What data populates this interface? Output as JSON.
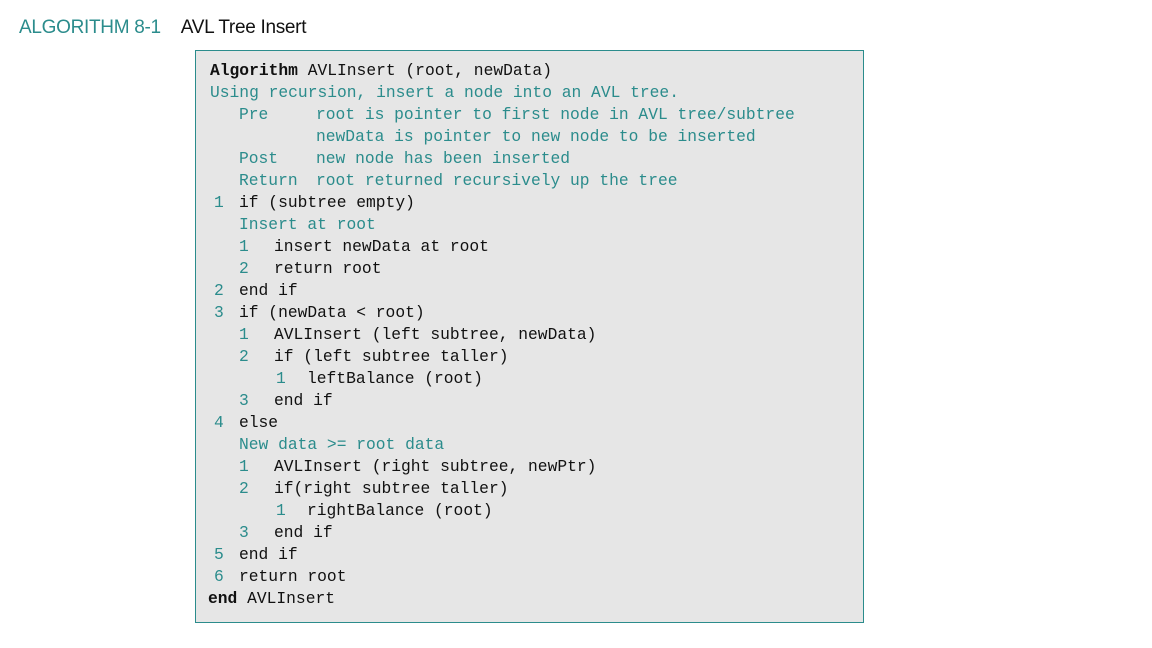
{
  "heading": {
    "label": "ALGORITHM 8-1",
    "title": "AVL Tree Insert"
  },
  "algorithm": {
    "header_keyword": "Algorithm",
    "header_signature": " AVLInsert (root, newData)",
    "description": "Using recursion, insert a node into an AVL tree.",
    "pre_label": "Pre",
    "pre_line1": "root is pointer to first node in AVL tree/subtree",
    "pre_line2": "newData is pointer to new node to be inserted",
    "post_label": "Post",
    "post_text": "new node has been inserted",
    "return_label": "Return",
    "return_text": "root returned recursively up the tree",
    "steps": [
      {
        "num": "1",
        "code": "if (subtree empty)"
      },
      {
        "num": "",
        "comment": "Insert at root"
      },
      {
        "num": "1",
        "code": "insert newData at root"
      },
      {
        "num": "2",
        "code": "return root"
      },
      {
        "num": "2",
        "code": "end if"
      },
      {
        "num": "3",
        "code": "if (newData < root)"
      },
      {
        "num": "1",
        "code": "AVLInsert (left subtree, newData)"
      },
      {
        "num": "2",
        "code": "if (left subtree taller)"
      },
      {
        "num": "1",
        "code": "leftBalance (root)"
      },
      {
        "num": "3",
        "code": "end if"
      },
      {
        "num": "4",
        "code": "else"
      },
      {
        "num": "",
        "comment": "New data >= root data"
      },
      {
        "num": "1",
        "code": "AVLInsert (right subtree, newPtr)"
      },
      {
        "num": "2",
        "code": "if(right subtree taller)"
      },
      {
        "num": "1",
        "code": "rightBalance (root)"
      },
      {
        "num": "3",
        "code": "end if"
      },
      {
        "num": "5",
        "code": "end if"
      },
      {
        "num": "6",
        "code": "return root"
      }
    ],
    "footer_keyword": "end",
    "footer_name": " AVLInsert"
  }
}
